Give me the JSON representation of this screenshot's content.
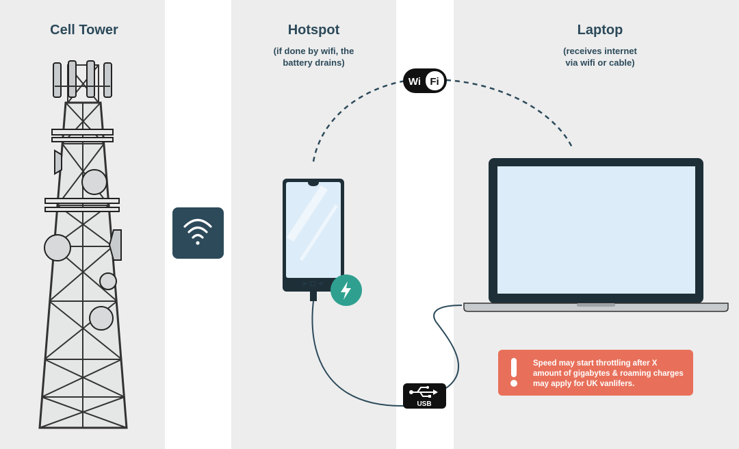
{
  "columns": {
    "cell_tower": {
      "title": "Cell Tower"
    },
    "hotspot": {
      "title": "Hotspot",
      "subtitle_line1": "(if done by wifi, the",
      "subtitle_line2": "battery drains)"
    },
    "laptop": {
      "title": "Laptop",
      "subtitle_line1": "(receives internet",
      "subtitle_line2": "via wifi or cable)"
    }
  },
  "badges": {
    "wifi_wi": "Wi",
    "wifi_fi": "Fi",
    "usb": "USB"
  },
  "phone_nav": {
    "back": ">",
    "home": "□",
    "recent": "<"
  },
  "warning": {
    "mark": "!",
    "text": "Speed may start throttling after X amount of gigabytes & roaming charges may apply for UK vanlifers."
  },
  "colors": {
    "panel": "#ededed",
    "navy": "#2c4a5a",
    "dark": "#1e2f38",
    "screen": "#dcecf8",
    "charge": "#2fa090",
    "warning": "#e8705a"
  },
  "icons": [
    "wifi-signal-icon",
    "wifi-badge-icon",
    "usb-icon",
    "lightning-icon",
    "warning-icon"
  ]
}
